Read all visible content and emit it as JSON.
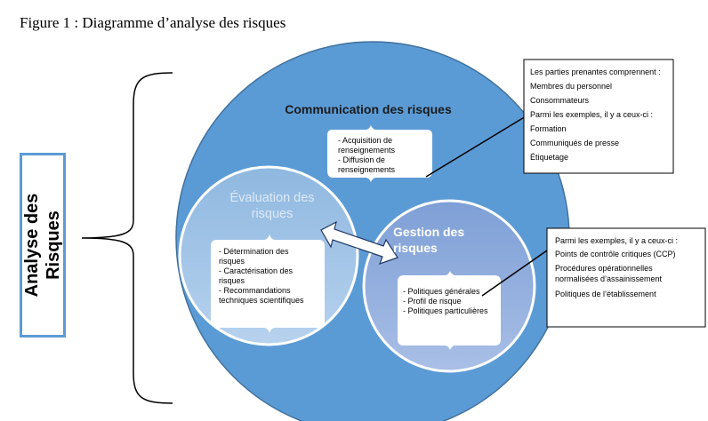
{
  "caption": "Figure 1 : Diagramme d’analyse des risques",
  "side_label_lines": [
    "Analyse des",
    "Risques"
  ],
  "communication": {
    "title": "Communication des risques",
    "items": [
      "- Acquisition de",
      "renseignements",
      "- Diffusion de",
      "renseignements"
    ]
  },
  "evaluation": {
    "title_lines": [
      "Évaluation des",
      "risques"
    ],
    "items": [
      "- Détermination des",
      "risques",
      "- Caractérisation des",
      "risques",
      "- Recommandations",
      "techniques scientifiques"
    ]
  },
  "gestion": {
    "title_lines": [
      "Gestion des",
      "risques"
    ],
    "items": [
      "- Politiques générales",
      "- Profil de risque",
      "- Politiques particulières"
    ]
  },
  "info_box_stakeholders": {
    "lines": [
      "Les parties prenantes comprennent :",
      "Membres du personnel",
      "Consommateurs",
      "Parmi les exemples, il y a ceux-ci :",
      "Formation",
      "Communiqués de presse",
      "Étiquetage"
    ]
  },
  "info_box_management": {
    "lines": [
      "Parmi les exemples, il y a ceux-ci :",
      "Points de contrôle critiques (CCP)",
      "Procédures opérationnelles",
      "normalisées d’assainissement",
      "Politiques de l’établissement"
    ]
  },
  "colors": {
    "outer_circle": "#5b9bd5",
    "outer_circle_stroke": "#41719c",
    "evaluation_circle": "#9dc3e6",
    "gestion_circle": "#8eaadb",
    "side_box_border": "#5b9bd5"
  }
}
